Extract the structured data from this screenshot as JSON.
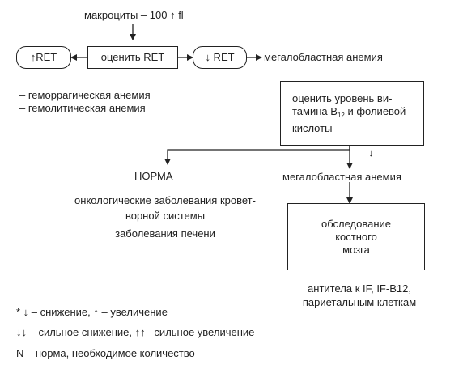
{
  "top_label": "макроциты – 100 ↑ fl",
  "ret_high": "↑RET",
  "assess_ret": "оценить RET",
  "ret_low": "↓ RET",
  "megaloblastic_top": "мегалобластная анемия",
  "hemorrhagic": "– геморрагическая анемия",
  "hemolytic": "– гемолитическая анемия",
  "assess_vit": {
    "line1": "оценить уровень ви-",
    "line2a": "тамина B",
    "line2_sub": "12",
    "line2b": " и фолиевой",
    "line3": "кислоты"
  },
  "down_marker": "↓",
  "norm": "НОРМА",
  "megaloblastic_mid": "мегалобластная анемия",
  "oncology_1": "онкологические заболевания кровет-",
  "oncology_2": "ворной системы",
  "liver": "заболевания печени",
  "marrow": {
    "line1": "обследование",
    "line2": "костного",
    "line3": "мозга"
  },
  "antibodies_1": "антитела к IF, IF-B12,",
  "antibodies_2": "париетальным клеткам",
  "legend": {
    "line1": "* ↓ – снижение, ↑ – увеличение",
    "line2": "↓↓ – сильное снижение, ↑↑– сильное увеличение",
    "line3": "N – норма, необходимое количество"
  }
}
